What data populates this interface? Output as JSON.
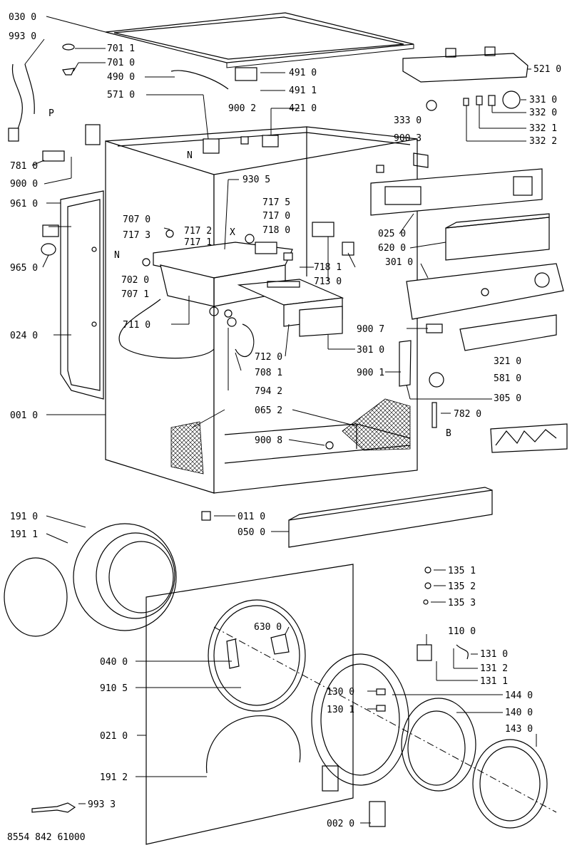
{
  "labels": {
    "l_030_0": "030 0",
    "l_993_0": "993 0",
    "l_701_1": "701 1",
    "l_701_0": "701 0",
    "l_490_0": "490 0",
    "l_491_0": "491 0",
    "l_491_1": "491 1",
    "l_571_0": "571 0",
    "l_900_2": "900 2",
    "l_421_0": "421 0",
    "l_521_0": "521 0",
    "l_331_0": "331 0",
    "l_332_0": "332 0",
    "l_332_1": "332 1",
    "l_332_2": "332 2",
    "l_333_0": "333 0",
    "l_900_3": "900 3",
    "l_781_0": "781 0",
    "l_900_0": "900 0",
    "l_P": "P",
    "l_N1": "N",
    "l_961_0": "961 0",
    "l_930_5": "930 5",
    "l_717_5": "717 5",
    "l_717_0": "717 0",
    "l_718_0": "718 0",
    "l_707_0": "707 0",
    "l_717_3": "717 3",
    "l_717_2": "717 2",
    "l_717_1": "717 1",
    "l_X": "X",
    "l_025_0": "025 0",
    "l_620_0": "620 0",
    "l_301_0a": "301 0",
    "l_718_1": "718 1",
    "l_713_0": "713 0",
    "l_965_0": "965 0",
    "l_N2": "N",
    "l_702_0": "702 0",
    "l_707_1": "707 1",
    "l_711_0": "711 0",
    "l_900_7": "900 7",
    "l_301_0b": "301 0",
    "l_321_0": "321 0",
    "l_024_0": "024 0",
    "l_712_0": "712 0",
    "l_708_1": "708 1",
    "l_900_1": "900 1",
    "l_581_0": "581 0",
    "l_794_2": "794 2",
    "l_305_0": "305 0",
    "l_001_0": "001 0",
    "l_065_2": "065 2",
    "l_782_0": "782 0",
    "l_B": "B",
    "l_900_8": "900 8",
    "l_191_0": "191 0",
    "l_011_0": "011 0",
    "l_191_1": "191 1",
    "l_050_0": "050 0",
    "l_135_1": "135 1",
    "l_135_2": "135 2",
    "l_135_3": "135 3",
    "l_630_0": "630 0",
    "l_110_0": "110 0",
    "l_040_0": "040 0",
    "l_131_0": "131 0",
    "l_131_2": "131 2",
    "l_131_1": "131 1",
    "l_910_5": "910 5",
    "l_130_0": "130 0",
    "l_144_0": "144 0",
    "l_130_1": "130 1",
    "l_140_0": "140 0",
    "l_021_0": "021 0",
    "l_143_0": "143 0",
    "l_191_2": "191 2",
    "l_993_3": "993 3",
    "l_002_0": "002 0"
  },
  "footer": "8554 842 61000"
}
